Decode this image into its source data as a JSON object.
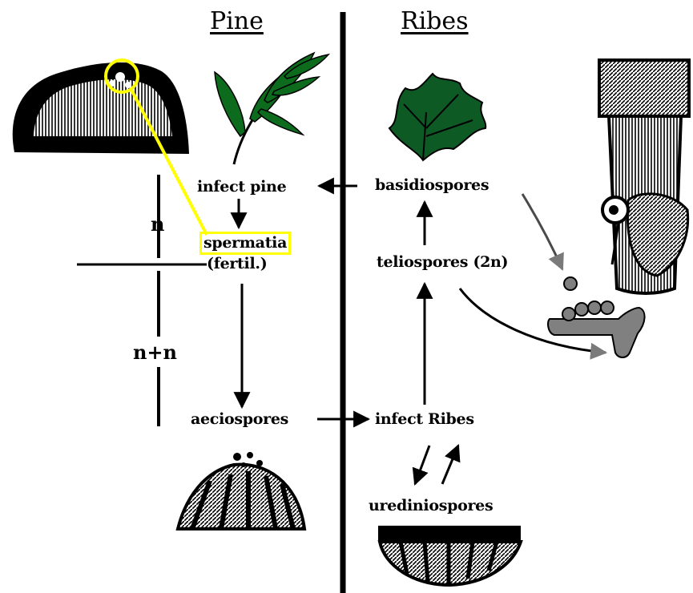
{
  "headers": {
    "pine": "Pine",
    "ribes": "Ribes"
  },
  "nodes": {
    "infect_pine": "infect pine",
    "spermatia": "spermatia",
    "fertil": "(fertil.)",
    "aeciospores": "aeciospores",
    "infect_ribes": "infect Ribes",
    "urediniospores": "urediniospores",
    "teliospores": "teliospores (2n)",
    "basidiospores": "basidiospores"
  },
  "ploidy": {
    "n": "n",
    "n_plus_n": "n+n"
  },
  "colors": {
    "highlight": "#ffff00",
    "pine_needles": "#0c6b1c",
    "ribes_leaf": "#0e5a24",
    "grey_telium": "#808080",
    "ink": "#000000"
  }
}
